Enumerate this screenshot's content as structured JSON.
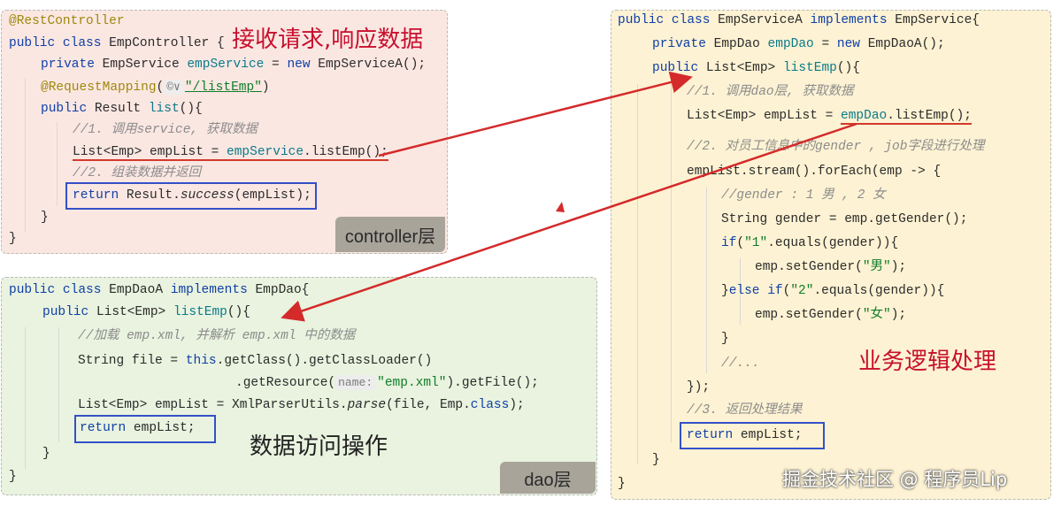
{
  "controller": {
    "code": {
      "l1": "@RestController",
      "l2_kw": "public class ",
      "l2_name": "EmpController {",
      "l3_kw": "private ",
      "l3_type": "EmpService ",
      "l3_field": "empService",
      "l3_eq": " = ",
      "l3_new": "new ",
      "l3_rest": "EmpServiceA();",
      "l4_an": "@RequestMapping",
      "l4_paren": "(",
      "l4_hint": "©∨",
      "l4_str": "\"/listEmp\"",
      "l4_close": ")",
      "l5_kw": "public ",
      "l5_rest": "Result ",
      "l5_fn": "list",
      "l5_end": "(){",
      "l6": "//1. 调用service, 获取数据",
      "l7_a": "List<Emp> empList = ",
      "l7_field": "empService",
      "l7_b": ".listEmp();",
      "l8": "//2. 组装数据并返回",
      "l9_kw": "return ",
      "l9_a": "Result.",
      "l9_it": "success",
      "l9_b": "(empList);",
      "l10": "}",
      "l11": "}"
    },
    "heading": "接收请求,响应数据",
    "layer_label": "controller层"
  },
  "dao": {
    "code": {
      "l1_kw": "public class ",
      "l1_a": "EmpDaoA ",
      "l1_kw2": "implements ",
      "l1_b": "EmpDao{",
      "l2_kw": "public ",
      "l2_a": "List<Emp> ",
      "l2_fn": "listEmp",
      "l2_b": "(){",
      "l3": "//加载 emp.xml, 并解析 emp.xml 中的数据",
      "l4_a": "String file = ",
      "l4_kw": "this",
      "l4_b": ".getClass().getClassLoader()",
      "l5_a": ".getResource(",
      "l5_hint": "name:",
      "l5_str": "\"emp.xml\"",
      "l5_b": ").getFile();",
      "l6_a": "List<Emp> empList = XmlParserUtils.",
      "l6_it": "parse",
      "l6_b": "(file, Emp.",
      "l6_kw": "class",
      "l6_c": ");",
      "l7_kw": "return ",
      "l7_a": "empList;",
      "l8": "}",
      "l9": "}"
    },
    "heading": "数据访问操作",
    "layer_label": "dao层"
  },
  "service": {
    "code": {
      "l1_kw": "public class ",
      "l1_a": "EmpServiceA ",
      "l1_kw2": "implements ",
      "l1_b": "EmpService{",
      "l2_kw": "private ",
      "l2_a": "EmpDao ",
      "l2_field": "empDao",
      "l2_b": " = ",
      "l2_new": "new ",
      "l2_c": "EmpDaoA();",
      "l3_kw": "public ",
      "l3_a": "List<Emp> ",
      "l3_fn": "listEmp",
      "l3_b": "(){",
      "l4": "//1. 调用dao层, 获取数据",
      "l5_a": "List<Emp> empList = ",
      "l5_field": "empDao",
      "l5_b": ".listEmp();",
      "l6": "//2. 对员工信息中的gender , job字段进行处理",
      "l7": "empList.stream().forEach(emp -> {",
      "l8": "//gender : 1 男 , 2 女",
      "l9": "String gender = emp.getGender();",
      "l10_kw": "if",
      "l10_a": "(",
      "l10_str": "\"1\"",
      "l10_b": ".equals(gender)){",
      "l11_a": "emp.setGender(",
      "l11_str": "\"男\"",
      "l11_b": ");",
      "l12_a": "}",
      "l12_kw": "else if",
      "l12_b": "(",
      "l12_str": "\"2\"",
      "l12_c": ".equals(gender)){",
      "l13_a": "emp.setGender(",
      "l13_str": "\"女\"",
      "l13_b": ");",
      "l14": "}",
      "l15": "//...",
      "l16": "});",
      "l17": "//3. 返回处理结果",
      "l18_kw": "return ",
      "l18_a": "empList;",
      "l19": "}",
      "l20": "}"
    },
    "heading": "业务逻辑处理"
  },
  "watermark": "掘金技术社区 @ 程序员Lip",
  "colors": {
    "controller_bg": "#fbe7e2",
    "dao_bg": "#e9f3df",
    "service_bg": "#fdf2d3",
    "arrow": "#d42a2a",
    "return_box": "#3450c8",
    "heading_red": "#c8102e",
    "heading_dark": "#222222"
  }
}
